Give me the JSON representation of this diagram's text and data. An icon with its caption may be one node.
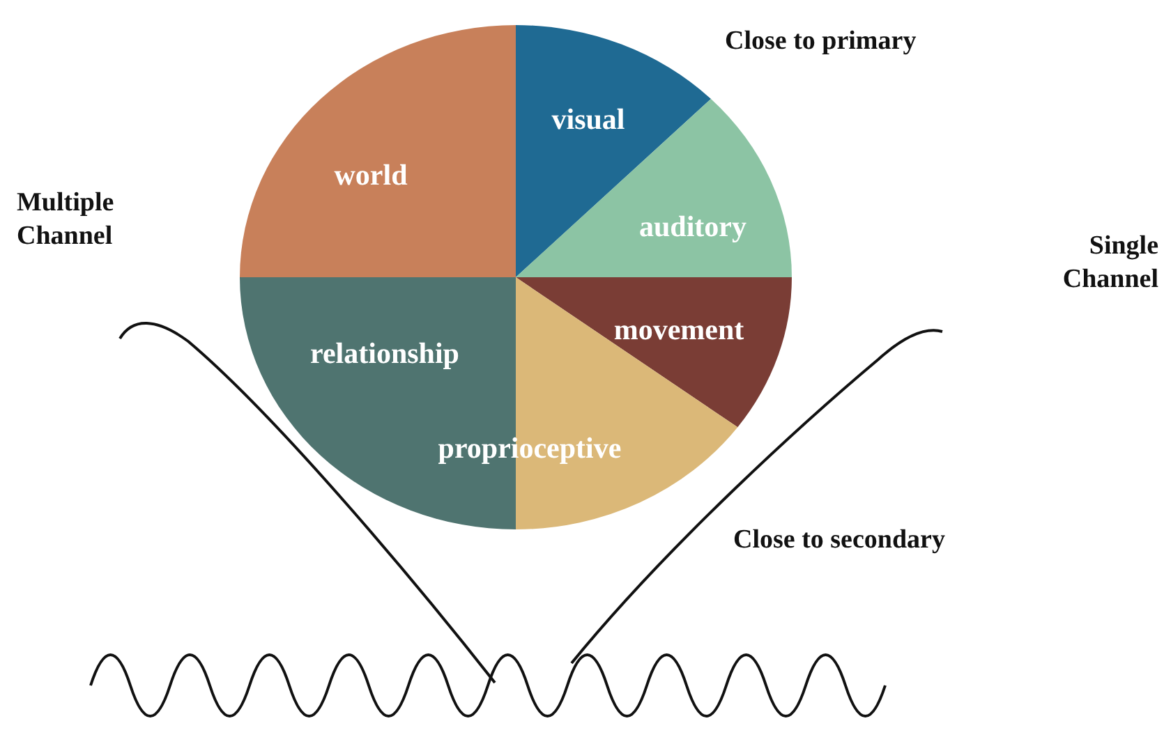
{
  "diagram": {
    "nodes": [
      {
        "text": [
          "world"
        ]
      },
      {
        "text": [
          "visual"
        ]
      },
      {
        "text": [
          "auditory"
        ]
      },
      {
        "text": [
          "movement"
        ]
      },
      {
        "text": [
          "proprioceptive"
        ]
      },
      {
        "text": [
          "relationship"
        ]
      }
    ],
    "labels": [
      "Close to primary",
      "Multiple Channel",
      "Single Channel",
      "Close to secondary"
    ]
  }
}
